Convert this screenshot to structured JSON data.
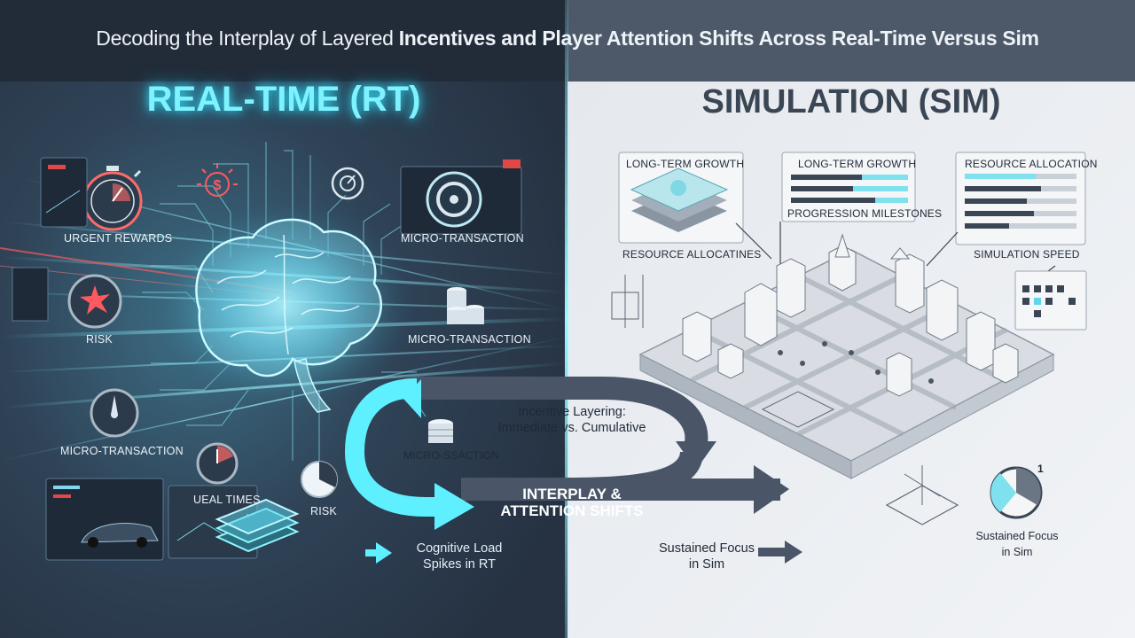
{
  "title": {
    "prefix": "Decoding the Interplay of Layered ",
    "emphasis": "Incentives and Player Attention Shifts Across Real-Time Versus Sim"
  },
  "rt_panel": {
    "heading": "REAL-TIME (RT)",
    "labels": {
      "urgent_rewards": "URGENT REWARDS",
      "micro_top": "MICRO-TRANSACTION",
      "risk_left": "RISK",
      "micro_mid": "MICRO-TRANSACTION",
      "micro_low": "MICRO-TRANSACTION",
      "ueal_times": "UEAL TIMES",
      "risk_low": "RISK",
      "micro_ssaction": "MICRO-SSACTION"
    },
    "bottom_label": "Cognitive Load\nSpikes in RT"
  },
  "sim_panel": {
    "heading": "SIMULATION (SIM)",
    "labels": {
      "card1_title": "LONG-TERM GROWTH",
      "card2_title": "LONG-TERM GROWTH",
      "card2_sub": "PROGRESSION MILESTONES",
      "card3_title": "RESOURCE ALLOCATION",
      "resource_allocatines": "RESOURCE ALLOCATINES",
      "simulation_speed": "SIMULATION SPEED"
    },
    "bottom_label": "Sustained Focus\nin Sim",
    "right_label": "Sustained Focus\nin Sim"
  },
  "center": {
    "incentive_layering": "Incentive Layering:\nImmediate vs. Cumulative",
    "interplay": "INTERPLAY &\nATTENTION SHIFTS"
  },
  "colors": {
    "rt_bg": "#2b3646",
    "sim_bg": "#e8ebef",
    "accent_cyan": "#5ff0ff",
    "navy_arrow": "#4a5668",
    "risk_red": "#ff5a5f"
  }
}
